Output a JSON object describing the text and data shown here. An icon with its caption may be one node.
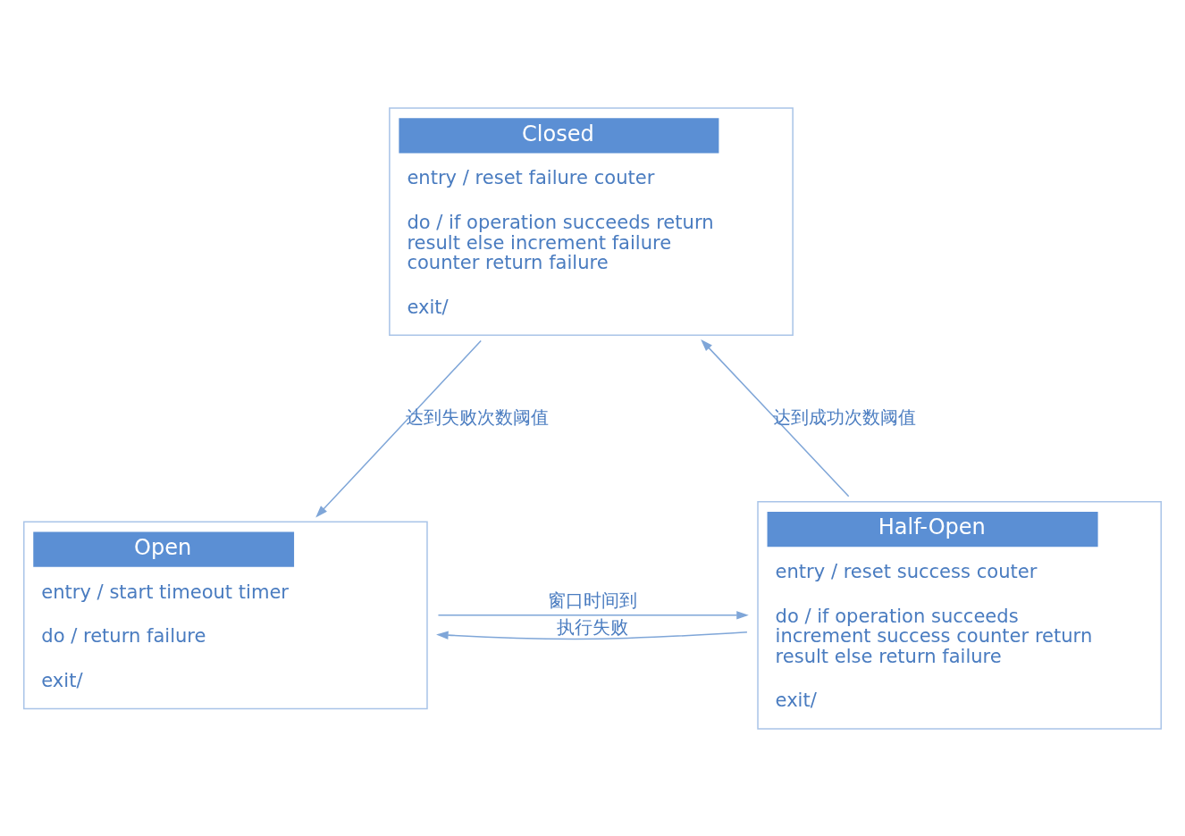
{
  "diagram": {
    "nodes": [
      {
        "text": [
          "Closed",
          "entry / reset failure couter",
          "do / if operation succeeds return result else increment failure counter return failure",
          "exit/"
        ]
      },
      {
        "text": [
          "Half-Open",
          "entry / reset success couter",
          "do / if operation succeeds increment success counter return result else return failure",
          "exit/"
        ]
      },
      {
        "text": [
          "Open",
          "entry / start timeout timer",
          "do / return failure",
          "exit/"
        ]
      }
    ],
    "edges": [
      {
        "from": 1,
        "to": 0,
        "arrow": "to",
        "label": "达到成功次数阈值"
      },
      {
        "from": 0,
        "to": 2,
        "arrow": "to",
        "label": "达到失败次数阈值"
      },
      {
        "from": 2,
        "to": 1,
        "arrow": "to",
        "label": "窗口时间到"
      },
      {
        "from": 1,
        "to": 2,
        "arrow": "to",
        "label": "执行失败"
      }
    ]
  }
}
